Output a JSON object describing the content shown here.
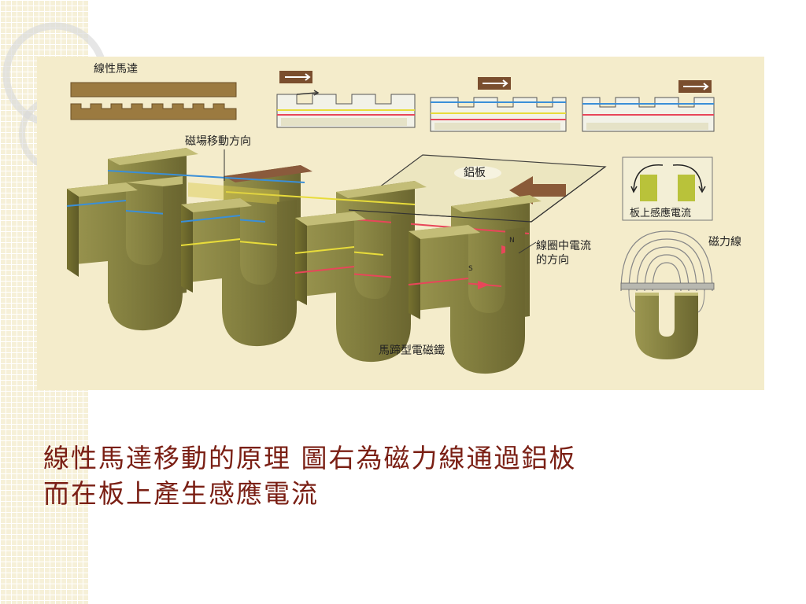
{
  "slide": {
    "caption_line1": "線性馬達移動的原理  圖右為磁力線通過鋁板",
    "caption_line2": "而在板上產生感應電流"
  },
  "figure": {
    "labels": {
      "linear_motor": "線性馬達",
      "field_direction": "磁場移動方向",
      "aluminum_plate": "鋁板",
      "induced_current": "板上感應電流",
      "magnetic_lines": "磁力線",
      "coil_current_1": "線圈中電流",
      "coil_current_2": "的方向",
      "horseshoe_magnet": "馬蹄型電磁鐵",
      "north_pole": "N",
      "south_pole": "S"
    }
  },
  "colors": {
    "caption": "#7a1f14",
    "figure_bg": "#f4eccb",
    "magnet_front": "#8f8a45",
    "magnet_top": "#c3bd77",
    "magnet_dark": "#6b6630",
    "line_blue": "#3a8fd8",
    "line_yellow": "#e8dc3a",
    "line_red": "#e8465a",
    "plate_arrow": "#8a5a38"
  }
}
